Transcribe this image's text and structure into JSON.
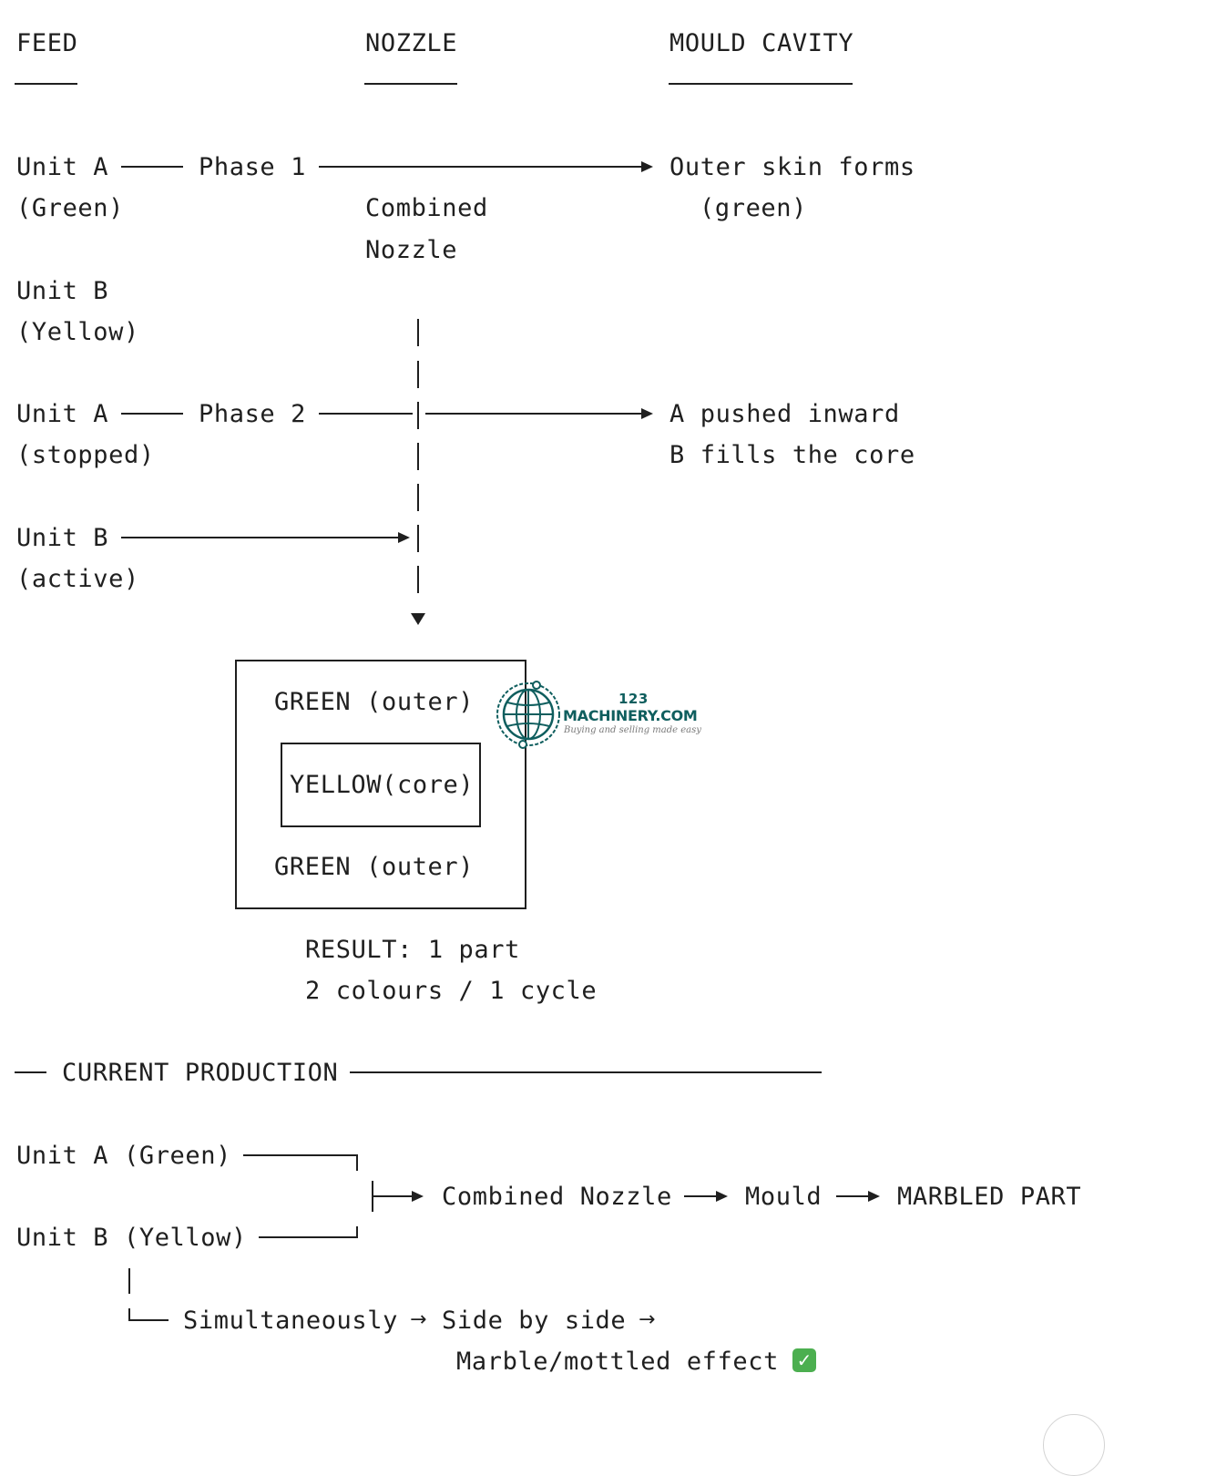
{
  "headers": {
    "feed": "FEED",
    "nozzle": "NOZZLE",
    "mould_cavity": "MOULD CAVITY"
  },
  "phase1": {
    "unit_a": "Unit A",
    "unit_a_sub": "(Green)",
    "phase": "Phase 1",
    "nozzle_line1": "Combined",
    "nozzle_line2": "Nozzle",
    "result_line1": "Outer skin forms",
    "result_line2": "(green)",
    "unit_b": "Unit B",
    "unit_b_sub": "(Yellow)"
  },
  "phase2": {
    "unit_a": "Unit A",
    "unit_a_sub": "(stopped)",
    "phase": "Phase 2",
    "result_line1": "A pushed inward",
    "result_line2": "B fills the core",
    "unit_b": "Unit B",
    "unit_b_sub": "(active)"
  },
  "part": {
    "outer_top": "GREEN (outer)",
    "core": "YELLOW(core)",
    "outer_bottom": "GREEN (outer)"
  },
  "result": {
    "line1": "RESULT: 1 part",
    "line2": "2 colours / 1 cycle"
  },
  "current": {
    "heading": "CURRENT PRODUCTION",
    "unit_a": "Unit A (Green)",
    "unit_b": "Unit B (Yellow)",
    "combined": "Combined Nozzle",
    "mould": "Mould",
    "marbled": "MARBLED PART",
    "simultaneous": "Simultaneously",
    "side_by_side": "Side by side",
    "effect": "Marble/mottled effect",
    "check_icon": "check-mark-button-icon",
    "check_color": "#4caf50"
  },
  "watermark": {
    "number": "123",
    "name": "MACHINERY.COM",
    "tagline": "Buying and selling made easy",
    "icon": "globe-gear-icon",
    "color": "#0f5e5e"
  }
}
